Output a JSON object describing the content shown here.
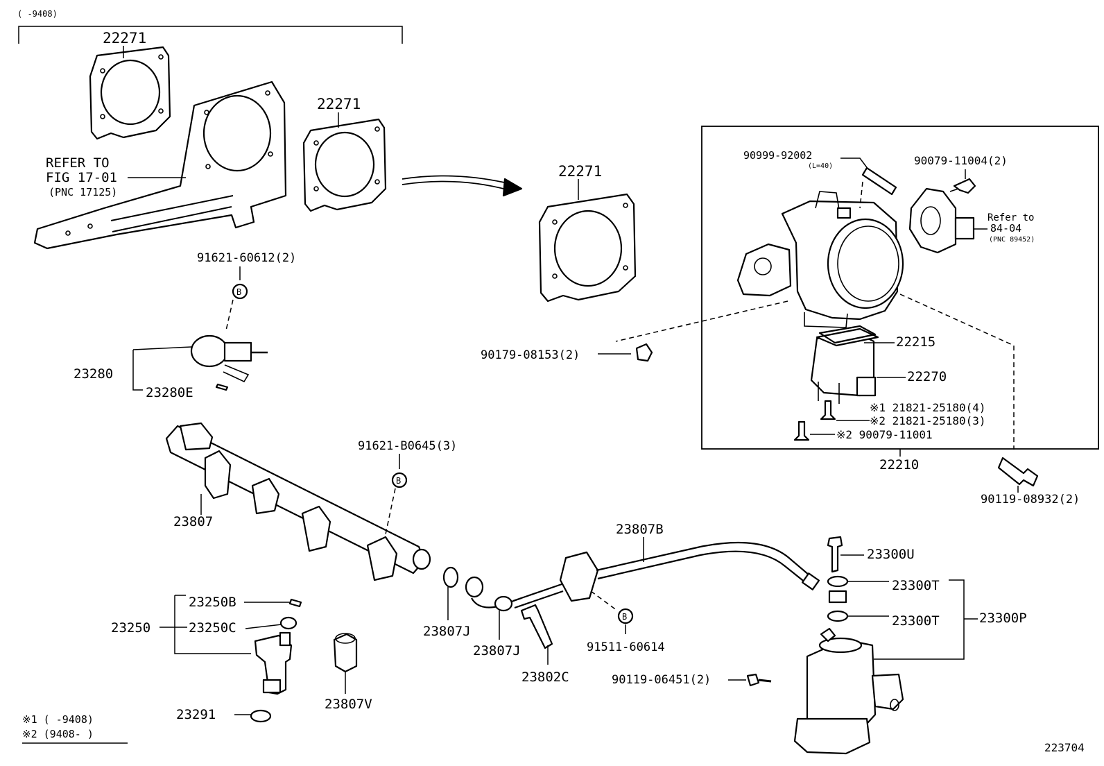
{
  "header": {
    "range_note": "(      -9408)"
  },
  "labels": {
    "gasket_1": "22271",
    "gasket_2": "22271",
    "gasket_3": "22271",
    "refer_line1": "REFER TO",
    "refer_line2": "FIG 17-01",
    "refer_line3": "(PNC 17125)",
    "bolt_91621_60612": "91621-60612(2)",
    "circle_b_1": "B",
    "part_23280": "23280",
    "part_23280e": "23280E",
    "bolt_91621_b0645": "91621-B0645(3)",
    "circle_b_2": "B",
    "part_23807": "23807",
    "part_23250b": "23250B",
    "part_23250": "23250",
    "part_23250c": "23250C",
    "part_23291": "23291",
    "part_23807v": "23807V",
    "part_23807j_1": "23807J",
    "part_23807j_2": "23807J",
    "part_23802c": "23802C",
    "part_23807b": "23807B",
    "bolt_91511_60614": "91511-60614",
    "circle_b_3": "B",
    "bolt_90119_06451": "90119-06451(2)",
    "part_23300u": "23300U",
    "part_23300t_1": "23300T",
    "part_23300t_2": "23300T",
    "part_23300p": "23300P",
    "pin_90999": "90999-92002",
    "pin_length": "(L=40)",
    "screw_90079_11004": "90079-11004(2)",
    "refer2_line1": "Refer to",
    "refer2_line2": "84-04",
    "refer2_line3": "(PNC 89452)",
    "nut_90179": "90179-08153(2)",
    "part_22215": "22215",
    "part_22270": "22270",
    "screw_1": "※1 21821-25180(4)",
    "screw_2": "※2 21821-25180(3)",
    "screw_3": "※2 90079-11001",
    "assy_22210": "22210",
    "bolt_90119_08932": "90119-08932(2)"
  },
  "legend": {
    "line1": "※1 (      -9408)",
    "line2": "※2 (9408-      )"
  },
  "figure_number": "223704"
}
